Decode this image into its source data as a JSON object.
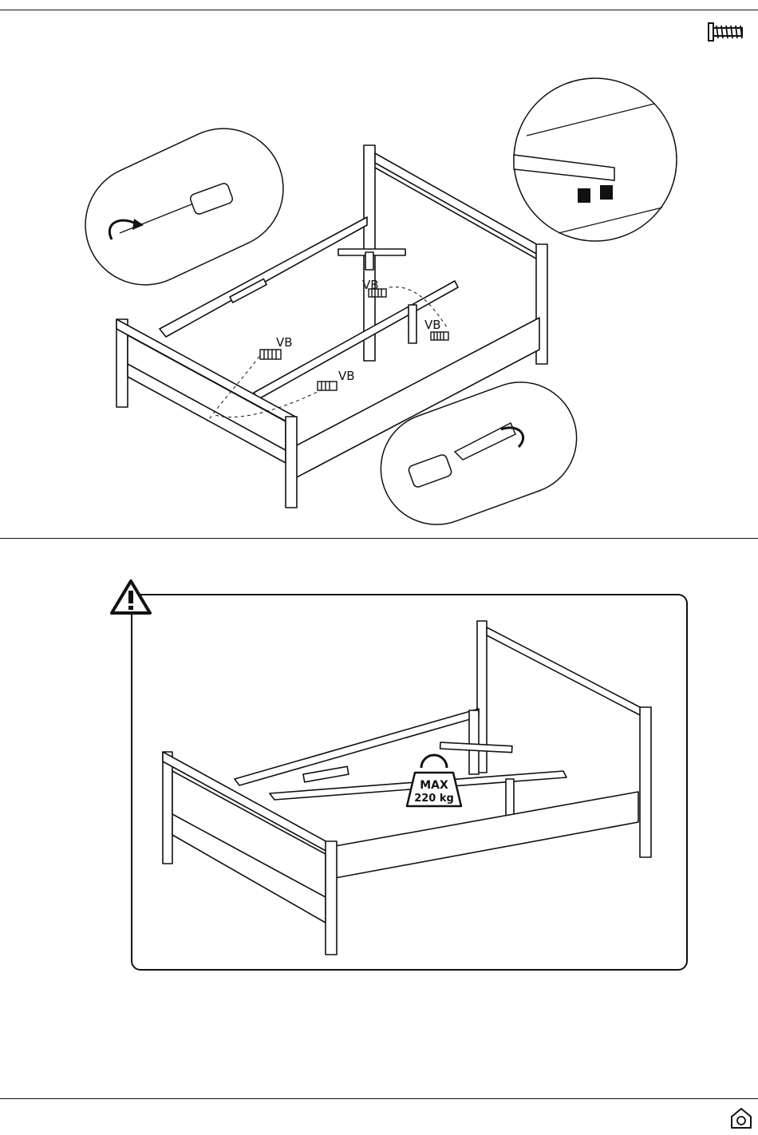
{
  "step_top": {
    "screw_labels": [
      "VB",
      "VB",
      "VB",
      "VB"
    ],
    "hardware_icon": "screw-icon",
    "detail_icons": [
      "circular-detail-icon",
      "rotate-arrow-icon",
      "screwdriver-icon"
    ]
  },
  "step_bottom": {
    "warning_icon": "warning-triangle-icon",
    "weight_badge": {
      "line1": "MAX",
      "line2": "220 kg"
    }
  },
  "footer": {
    "logo_icon": "house-logo-icon"
  },
  "colors": {
    "ink": "#111111",
    "paper": "#ffffff",
    "callout": "#e6e6e6"
  }
}
